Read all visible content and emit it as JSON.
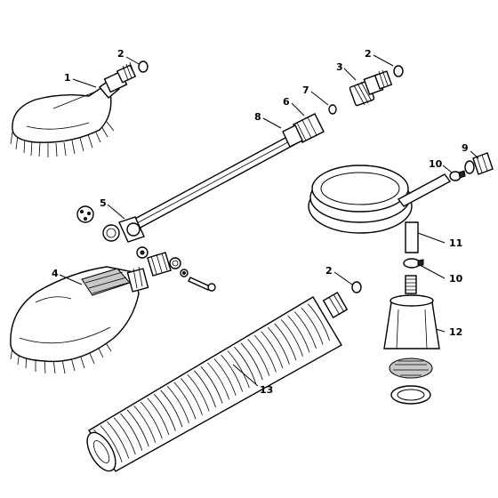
{
  "diagram": {
    "callouts": [
      {
        "id": "c1a",
        "text": "1"
      },
      {
        "id": "c2a",
        "text": "2"
      },
      {
        "id": "c2b",
        "text": "2"
      },
      {
        "id": "c2c",
        "text": "2"
      },
      {
        "id": "c3",
        "text": "3"
      },
      {
        "id": "c4",
        "text": "4"
      },
      {
        "id": "c5",
        "text": "5"
      },
      {
        "id": "c6",
        "text": "6"
      },
      {
        "id": "c7",
        "text": "7"
      },
      {
        "id": "c8",
        "text": "8"
      },
      {
        "id": "c9",
        "text": "9"
      },
      {
        "id": "c10a",
        "text": "10"
      },
      {
        "id": "c10b",
        "text": "10"
      },
      {
        "id": "c11",
        "text": "11"
      },
      {
        "id": "c12",
        "text": "12"
      },
      {
        "id": "c13",
        "text": "13"
      }
    ]
  }
}
